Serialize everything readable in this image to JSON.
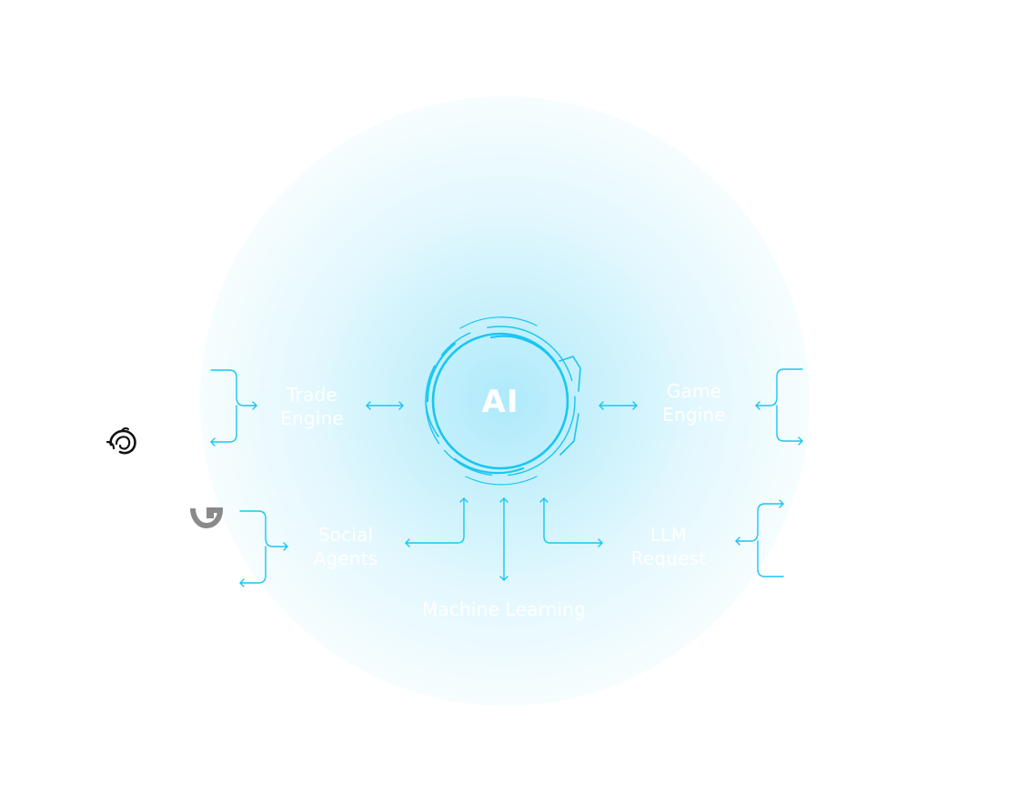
{
  "diagram": {
    "center": {
      "label": "AI"
    },
    "nodes": {
      "trade": {
        "line1": "Trade",
        "line2": "Engine"
      },
      "game": {
        "line1": "Game",
        "line2": "Engine"
      },
      "social": {
        "line1": "Social",
        "line2": "Agents"
      },
      "llm": {
        "line1": "LLM",
        "line2": "Request"
      },
      "ml": {
        "line1": "Machine Learning"
      }
    },
    "icons": [
      "swirl-logo-icon",
      "g-logo-icon"
    ]
  },
  "colors": {
    "accent": "#19c6f0",
    "label": "#ffffff",
    "glow": "#bdeefb",
    "background": "#ffffff"
  }
}
